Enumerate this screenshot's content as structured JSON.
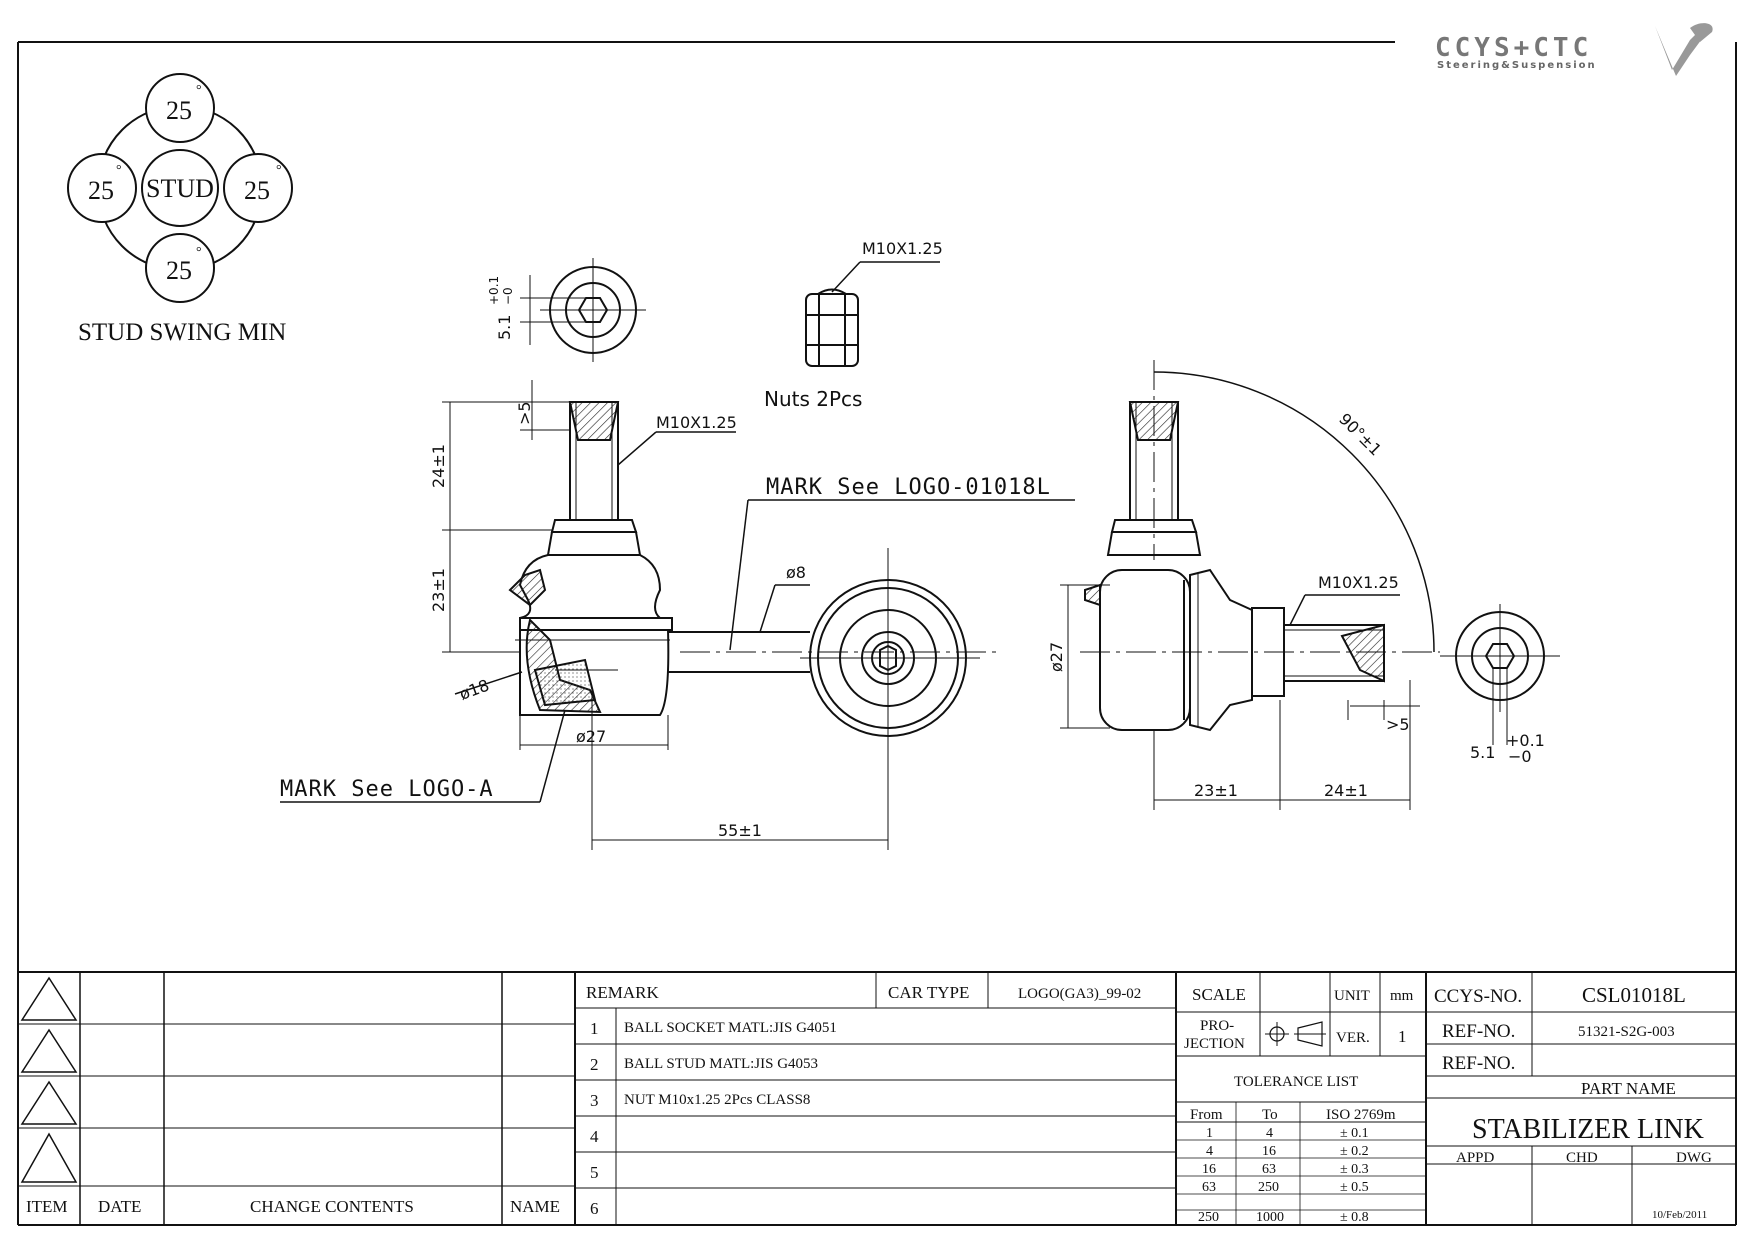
{
  "logo": {
    "brand": "CCYS+CTC",
    "tagline": "Steering&Suspension"
  },
  "swing": {
    "angles": [
      "25",
      "25",
      "25",
      "25"
    ],
    "degree": "°",
    "center": "STUD",
    "caption": "STUD SWING MIN"
  },
  "dims": {
    "hex_top": "5.1",
    "hex_top_tol": "+0.1",
    "hex_top_tol2": "−0",
    "nut_thread": "M10X1.25",
    "nuts": "Nuts 2Pcs",
    "stud_thread": "M10X1.25",
    "gt5": ">5",
    "len_24": "24±1",
    "len_23": "23±1",
    "mark_logo": "MARK See LOGO-01018L",
    "dia8": "ø8",
    "dia18": "ø18",
    "dia27": "ø27",
    "mark_logo_a": "MARK See LOGO-A",
    "len_55": "55±1",
    "angle_90": "90°±1",
    "side_thread": "M10X1.25",
    "side_dia27": "ø27",
    "side_gt5": ">5",
    "hex_side": "5.1",
    "hex_side_tol": "+0.1",
    "hex_side_tol2": "−0",
    "side_23": "23±1",
    "side_24": "24±1"
  },
  "revision": {
    "headers": {
      "item": "ITEM",
      "date": "DATE",
      "change": "CHANGE CONTENTS",
      "name": "NAME"
    }
  },
  "remark": {
    "header": "REMARK",
    "car_type_label": "CAR TYPE",
    "car_type": "LOGO(GA3)_99-02",
    "items": [
      {
        "no": "1",
        "text": "BALL SOCKET MATL:JIS G4051"
      },
      {
        "no": "2",
        "text": "BALL STUD MATL:JIS G4053"
      },
      {
        "no": "3",
        "text": "NUT M10x1.25 2Pcs CLASS8"
      },
      {
        "no": "4",
        "text": ""
      },
      {
        "no": "5",
        "text": ""
      },
      {
        "no": "6",
        "text": ""
      }
    ]
  },
  "spec": {
    "scale_label": "SCALE",
    "scale": "",
    "unit_label": "UNIT",
    "unit": "mm",
    "projection_label_1": "PRO-",
    "projection_label_2": "JECTION",
    "ver_label": "VER.",
    "ver": "1",
    "tolerance_title": "TOLERANCE LIST",
    "tol_headers": {
      "from": "From",
      "to": "To",
      "iso": "ISO 2769m"
    },
    "tolerances": [
      {
        "from": "1",
        "to": "4",
        "tol": "± 0.1"
      },
      {
        "from": "4",
        "to": "16",
        "tol": "± 0.2"
      },
      {
        "from": "16",
        "to": "63",
        "tol": "± 0.3"
      },
      {
        "from": "63",
        "to": "250",
        "tol": "± 0.5"
      },
      {
        "from": "250",
        "to": "1000",
        "tol": "± 0.8"
      }
    ]
  },
  "part": {
    "ccys_label": "CCYS-NO.",
    "ccys_no": "CSL01018L",
    "ref_label": "REF-NO.",
    "ref_no": "51321-S2G-003",
    "ref_label2": "REF-NO.",
    "ref_no2": "",
    "part_name_label": "PART NAME",
    "part_name": "STABILIZER LINK",
    "appd": "APPD",
    "chd": "CHD",
    "dwg": "DWG",
    "date": "10/Feb/2011"
  }
}
